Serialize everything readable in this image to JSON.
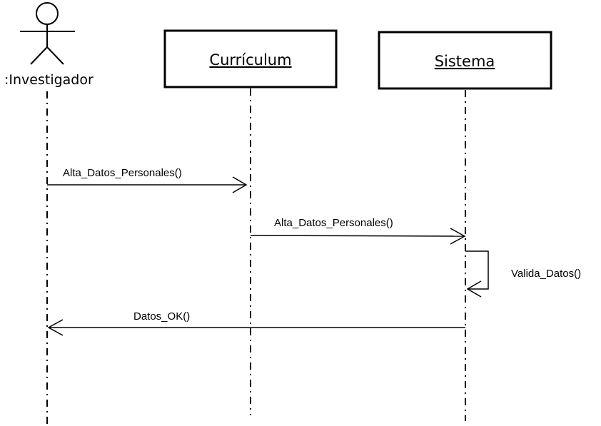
{
  "actor": {
    "label": ":Investigador"
  },
  "objects": [
    {
      "label": "Currículum"
    },
    {
      "label": "Sistema"
    }
  ],
  "messages": [
    {
      "label": "Alta_Datos_Personales()",
      "from": "actor",
      "to": "Currículum"
    },
    {
      "label": "Alta_Datos_Personales()",
      "from": "Currículum",
      "to": "Sistema"
    },
    {
      "label": "Valida_Datos()",
      "from": "Sistema",
      "to": "Sistema"
    },
    {
      "label": "Datos_OK()",
      "from": "Sistema",
      "to": "actor"
    }
  ]
}
